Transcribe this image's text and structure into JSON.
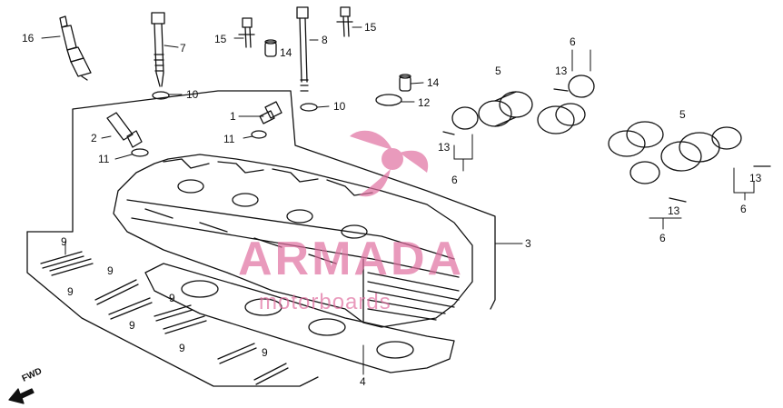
{
  "callouts": {
    "c16": "16",
    "c7": "7",
    "c15a": "15",
    "c15b": "15",
    "c14a": "14",
    "c8": "8",
    "c10a": "10",
    "c10b": "10",
    "c1": "1",
    "c2": "2",
    "c11a": "11",
    "c11b": "11",
    "c14b": "14",
    "c12": "12",
    "c5a": "5",
    "c5b": "5",
    "c6a": "6",
    "c6b": "6",
    "c6c": "6",
    "c6d": "6",
    "c13a": "13",
    "c13b": "13",
    "c13c": "13",
    "c13d": "13",
    "c3": "3",
    "c4": "4",
    "c9a": "9",
    "c9b": "9",
    "c9c": "9",
    "c9d": "9",
    "c9e": "9",
    "c9f": "9",
    "c9g": "9"
  },
  "direction_label": "FWD",
  "watermark": {
    "brand": "ARMADA",
    "tagline": "motorboards",
    "color": "#e070a0",
    "logo_icon": "propeller-logo-icon"
  },
  "colors": {
    "line": "#111111",
    "paper": "#ffffff"
  }
}
